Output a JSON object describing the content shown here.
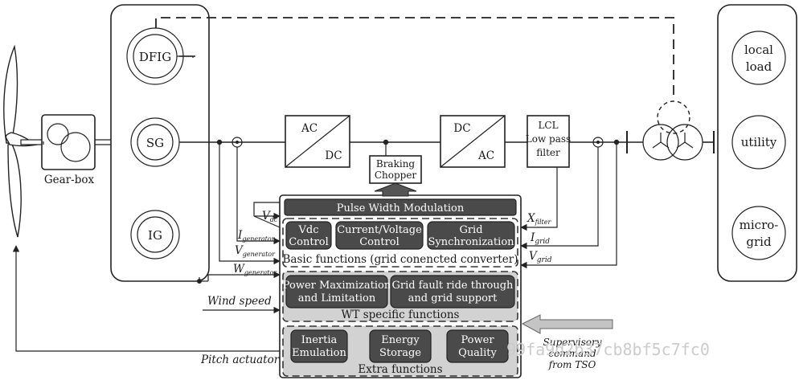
{
  "gearbox": {
    "label": "Gear-box"
  },
  "generators": {
    "dfig": "DFIG",
    "sg": "SG",
    "ig": "IG"
  },
  "converters": {
    "ac_dc": {
      "top": "AC",
      "bottom": "DC"
    },
    "dc_ac": {
      "top": "DC",
      "bottom": "AC"
    },
    "braking": [
      "Braking",
      "Chopper"
    ],
    "lcl": [
      "LCL",
      "Low pass",
      "filter"
    ]
  },
  "grid_side": {
    "local_load": [
      "local",
      "load"
    ],
    "utility": "utility",
    "microgrid": [
      "micro-",
      "grid"
    ]
  },
  "signals": {
    "vdc": "V",
    "vdc_sub": "dc",
    "igen": "I",
    "igen_sub": "generator",
    "vgen": "V",
    "vgen_sub": "generator",
    "wgen": "W",
    "wgen_sub": "generator",
    "xfilter": "X",
    "xfilter_sub": "filter",
    "igrid": "I",
    "igrid_sub": "grid",
    "vgrid": "V",
    "vgrid_sub": "grid",
    "wind_speed": "Wind speed",
    "pitch_actuator": "Pitch actuator",
    "supervisory": [
      "Supervisory",
      "command",
      "from TSO"
    ]
  },
  "control": {
    "pwm": "Pulse Width Modulation",
    "basic": {
      "vdc_control": [
        "Vdc",
        "Control"
      ],
      "cv_control": [
        "Current/Voltage",
        "Control"
      ],
      "grid_sync": [
        "Grid",
        "Synchronization"
      ],
      "caption": "Basic functions (grid conencted converter)"
    },
    "wt": {
      "power_max": [
        "Power Maximization",
        "and Limitation"
      ],
      "fault_ride": [
        "Grid fault ride through",
        "and grid support"
      ],
      "caption": "WT specific functions"
    },
    "extra": {
      "inertia": [
        "Inertia",
        "Emulation"
      ],
      "energy": [
        "Energy",
        "Storage"
      ],
      "quality": [
        "Power",
        "Quality"
      ],
      "caption": "Extra functions"
    }
  },
  "watermark": "99fa9d2b37cb8bf5c7fc0"
}
